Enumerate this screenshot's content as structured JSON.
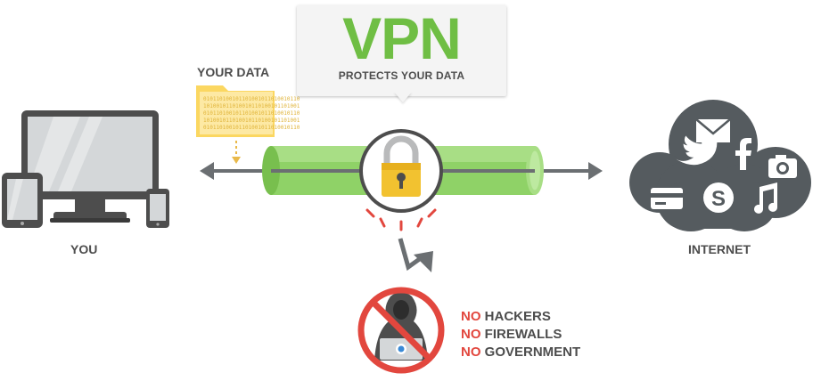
{
  "vpn": {
    "title": "VPN",
    "subtitle": "PROTECTS YOUR DATA"
  },
  "your_data": {
    "label": "YOUR DATA"
  },
  "you": {
    "label": "YOU"
  },
  "internet": {
    "label": "INTERNET"
  },
  "blocked": [
    {
      "prefix": "NO",
      "text": "HACKERS"
    },
    {
      "prefix": "NO",
      "text": "FIREWALLS"
    },
    {
      "prefix": "NO",
      "text": "GOVERNMENT"
    }
  ],
  "colors": {
    "accent_green": "#6fbe44",
    "tunnel_green": "#8fd267",
    "lock_gold": "#f2c230",
    "folder_yellow": "#fbd761",
    "alert_red": "#e2473e",
    "device_dark": "#4d4d4d",
    "cloud_gray": "#555b5f"
  },
  "icons": [
    "laptop-icon",
    "tablet-icon",
    "phone-icon",
    "folder-icon",
    "padlock-icon",
    "cloud-icon",
    "envelope-icon",
    "twitter-icon",
    "facebook-icon",
    "camera-icon",
    "credit-card-icon",
    "skype-icon",
    "music-icon",
    "hacker-icon",
    "prohibited-icon"
  ]
}
